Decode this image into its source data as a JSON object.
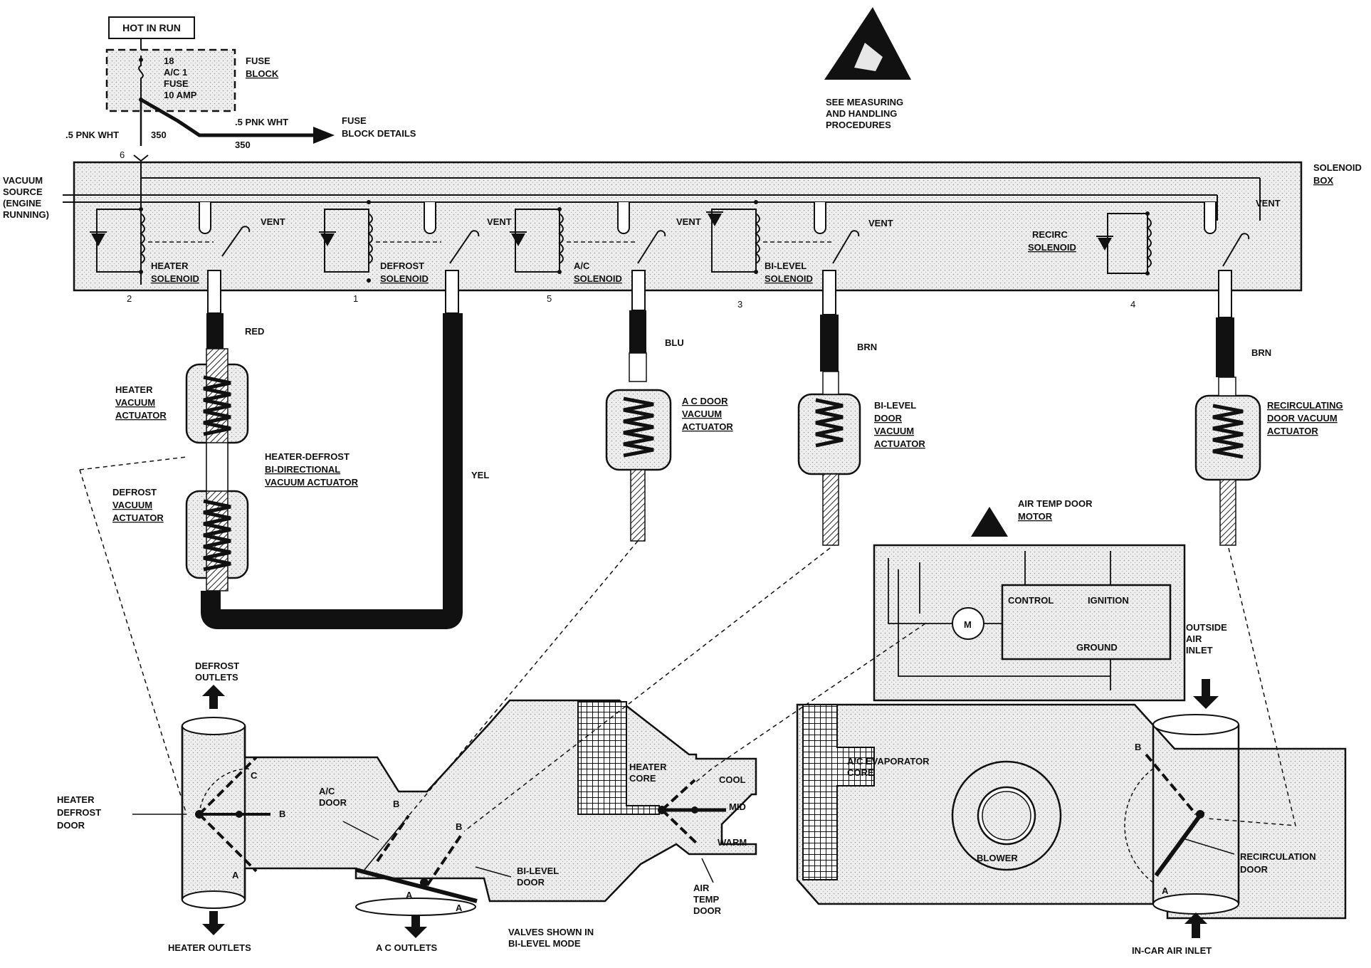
{
  "header": {
    "hot_in_run": "HOT IN RUN",
    "fuse_line1": "18",
    "fuse_line2": "A/C 1",
    "fuse_line3": "FUSE",
    "fuse_line4": "10 AMP",
    "fuse_block_1": "FUSE",
    "fuse_block_2": "BLOCK",
    "wire_left": ".5 PNK WHT",
    "wire_left_num": "350",
    "wire_right": ".5 PNK WHT",
    "wire_right_num": "350",
    "fuse_details_1": "FUSE",
    "fuse_details_2": "BLOCK DETAILS",
    "pin_6": "6"
  },
  "esd": {
    "line1": "SEE MEASURING",
    "line2": "AND HANDLING",
    "line3": "PROCEDURES"
  },
  "solenoid_box": {
    "label_1": "SOLENOID",
    "label_2": "BOX",
    "vacuum_1": "VACUUM",
    "vacuum_2": "SOURCE",
    "vacuum_3": "(ENGINE",
    "vacuum_4": "RUNNING)",
    "vent": "VENT",
    "heater_1": "HEATER",
    "heater_2": "SOLENOID",
    "defrost_1": "DEFROST",
    "defrost_2": "SOLENOID",
    "ac_1": "A/C",
    "ac_2": "SOLENOID",
    "bilevel_1": "BI-LEVEL",
    "bilevel_2": "SOLENOID",
    "recirc_1": "RECIRC",
    "recirc_2": "SOLENOID",
    "pins": [
      "2",
      "1",
      "5",
      "3",
      "4"
    ]
  },
  "hoses": {
    "red": "RED",
    "yel": "YEL",
    "blu": "BLU",
    "brn1": "BRN",
    "brn2": "BRN"
  },
  "actuators": {
    "heater_1": "HEATER",
    "heater_2": "VACUUM",
    "heater_3": "ACTUATOR",
    "bidir_1": "HEATER-DEFROST",
    "bidir_2": "BI-DIRECTIONAL",
    "bidir_3": "VACUUM ACTUATOR",
    "defrost_1": "DEFROST",
    "defrost_2": "VACUUM",
    "defrost_3": "ACTUATOR",
    "acdoor_1": "A C DOOR",
    "acdoor_2": "VACUUM",
    "acdoor_3": "ACTUATOR",
    "bilevel_1": "BI-LEVEL",
    "bilevel_2": "DOOR",
    "bilevel_3": "VACUUM",
    "bilevel_4": "ACTUATOR",
    "recirc_1": "RECIRCULATING",
    "recirc_2": "DOOR VACUUM",
    "recirc_3": "ACTUATOR"
  },
  "motor": {
    "title_1": "AIR TEMP DOOR",
    "title_2": "MOTOR",
    "control": "CONTROL",
    "ignition": "IGNITION",
    "ground": "GROUND",
    "m": "M"
  },
  "duct": {
    "defrost_outlets_1": "DEFROST",
    "defrost_outlets_2": "OUTLETS",
    "heater_outlets": "HEATER OUTLETS",
    "hd_door_1": "HEATER",
    "hd_door_2": "DEFROST",
    "hd_door_3": "DOOR",
    "ac_door_1": "A/C",
    "ac_door_2": "DOOR",
    "bilevel_door_1": "BI-LEVEL",
    "bilevel_door_2": "DOOR",
    "ac_outlets": "A C OUTLETS",
    "valves_1": "VALVES SHOWN IN",
    "valves_2": "BI-LEVEL MODE",
    "heater_core_1": "HEATER",
    "heater_core_2": "CORE",
    "cool": "COOL",
    "mid": "MID",
    "warm": "WARM",
    "air_temp_1": "AIR",
    "air_temp_2": "TEMP",
    "air_temp_3": "DOOR",
    "evap_1": "A/C EVAPORATOR",
    "evap_2": "CORE",
    "blower": "BLOWER",
    "outside_1": "OUTSIDE",
    "outside_2": "AIR",
    "outside_3": "INLET",
    "recirc_door_1": "RECIRCULATION",
    "recirc_door_2": "DOOR",
    "incar": "IN-CAR AIR INLET",
    "a": "A",
    "b": "B",
    "c": "C"
  }
}
